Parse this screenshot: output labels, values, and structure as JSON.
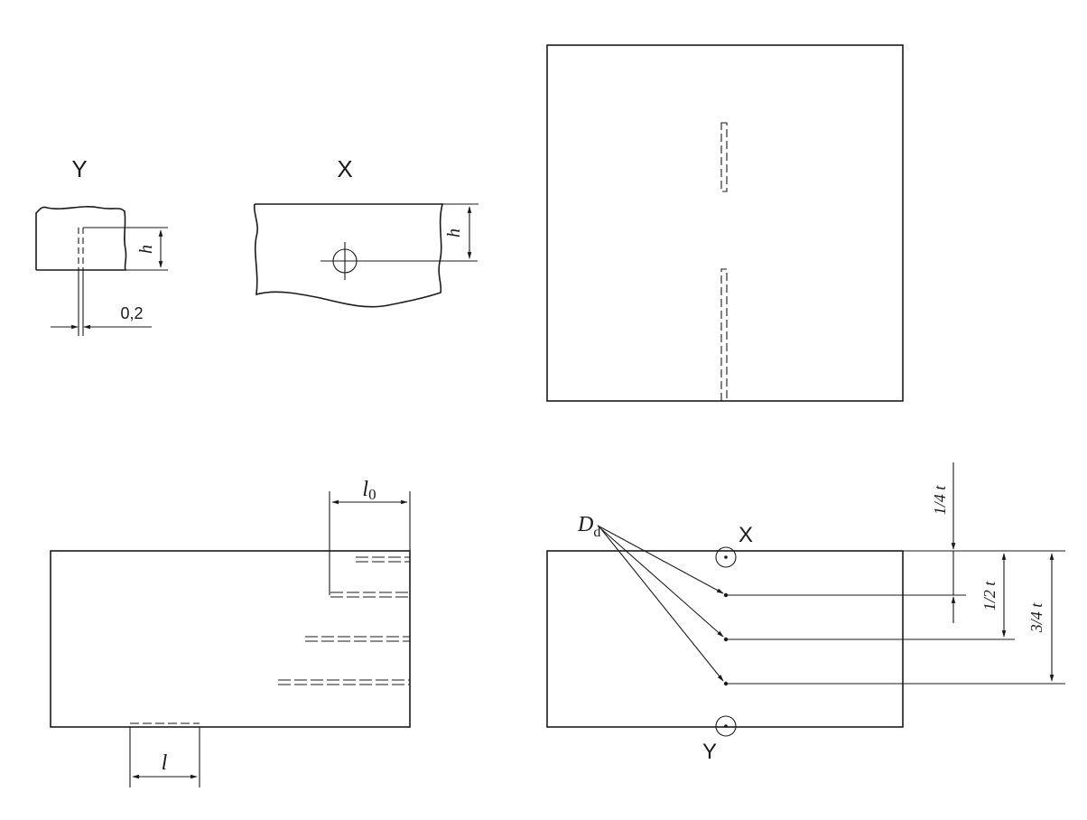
{
  "detail_y": {
    "title": "Y",
    "dim_h": "h",
    "dim_gap": "0,2"
  },
  "detail_x": {
    "title": "X",
    "dim_h": "h"
  },
  "side_view": {
    "dim_l0": "l",
    "dim_l0_sub": "0",
    "dim_l": "l"
  },
  "section_view": {
    "label_dd": "D",
    "label_dd_sub": "d",
    "marker_x": "X",
    "marker_y": "Y",
    "dim_quarter": "1/4 t",
    "dim_half": "1/2 t",
    "dim_three_quarter": "3/4 t"
  }
}
